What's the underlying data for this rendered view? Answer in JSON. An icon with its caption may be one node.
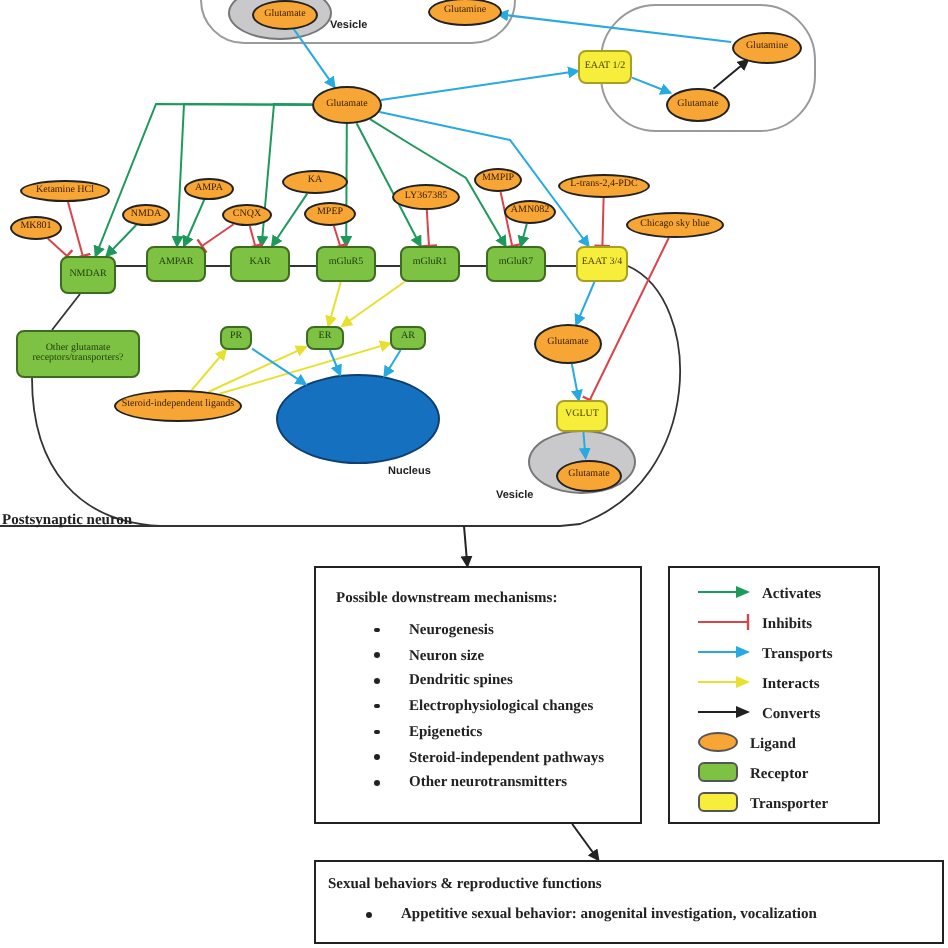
{
  "diagram": {
    "nodes": [
      {
        "text": [],
        "shape": "box"
      },
      {
        "text": [],
        "shape": "circle",
        "beside": [
          "Vesicle"
        ],
        "in": 0
      },
      {
        "text": [
          "Glutamate"
        ],
        "in": 1
      },
      {
        "text": [
          "Glutamine"
        ],
        "in": 0
      },
      {
        "text": [],
        "shape": "box"
      },
      {
        "text": [
          "Glutamine"
        ],
        "in": 4
      },
      {
        "text": [
          "Glutamate"
        ],
        "in": 4
      },
      {
        "text": [
          "EAAT 1/2"
        ]
      },
      {
        "text": [
          "Glutamate"
        ]
      },
      {
        "text": [
          "Ketamine HCl"
        ]
      },
      {
        "text": [
          "MK801"
        ]
      },
      {
        "text": [
          "NMDA"
        ]
      },
      {
        "text": [
          "AMPA"
        ]
      },
      {
        "text": [
          "CNQX"
        ]
      },
      {
        "text": [
          "KA"
        ]
      },
      {
        "text": [
          "MPEP"
        ]
      },
      {
        "text": [
          "LY367385"
        ]
      },
      {
        "text": [
          "MMPIP"
        ]
      },
      {
        "text": [
          "AMN082"
        ]
      },
      {
        "text": [
          "L-trans-2,4-PDC"
        ]
      },
      {
        "text": [
          "Chicago sky blue"
        ]
      },
      {
        "text": [
          "NMDAR"
        ]
      },
      {
        "text": [
          "AMPAR"
        ]
      },
      {
        "text": [
          "KAR"
        ]
      },
      {
        "text": [
          "mGluR5"
        ]
      },
      {
        "text": [
          "mGluR1"
        ]
      },
      {
        "text": [
          "mGluR7"
        ]
      },
      {
        "text": [
          "EAAT 3/4"
        ]
      },
      {
        "text": [
          "Other glutamate receptors/transporters?"
        ]
      },
      {
        "text": [
          "PR"
        ]
      },
      {
        "text": [
          "ER"
        ]
      },
      {
        "text": [
          "AR"
        ]
      },
      {
        "text": [
          "Steroid-independent ligands"
        ]
      },
      {
        "text": [],
        "shape": "circle",
        "beside": [
          "Nucleus"
        ]
      },
      {
        "text": [
          "Glutamate"
        ]
      },
      {
        "text": [
          "VGLUT"
        ]
      },
      {
        "text": [],
        "shape": "circle",
        "beside": [
          "Vesicle"
        ]
      },
      {
        "text": [
          "Glutamate"
        ],
        "in": 36
      },
      {
        "text": [
          "Possible downstream mechanisms:",
          "Neurogenesis",
          "Neuron size",
          "Dendritic spines",
          "Electrophysiological changes",
          "Epigenetics",
          "Steroid-independent pathways",
          "Other neurotransmitters"
        ]
      },
      {
        "text": [
          "Sexual behaviors & reproductive functions",
          "Appetitive sexual behavior: anogenital investigation, vocalization"
        ]
      }
    ],
    "edges": [
      {
        "from": 2,
        "to": 8,
        "arrow": "to"
      },
      {
        "from": 5,
        "to": 3,
        "arrow": "to"
      },
      {
        "from": 8,
        "to": 7,
        "arrow": "to"
      },
      {
        "from": 7,
        "to": 6,
        "arrow": "to"
      },
      {
        "from": 6,
        "to": 5,
        "arrow": "to",
        "color": "#222222"
      },
      {
        "from": 8,
        "to": 21,
        "arrow": "to",
        "color": "#1d9a5b"
      },
      {
        "from": 8,
        "to": 22,
        "arrow": "to",
        "color": "#1d9a5b"
      },
      {
        "from": 8,
        "to": 23,
        "arrow": "to",
        "color": "#1d9a5b"
      },
      {
        "from": 8,
        "to": 24,
        "arrow": "to",
        "color": "#1d9a5b"
      },
      {
        "from": 8,
        "to": 25,
        "arrow": "to",
        "color": "#1d9a5b"
      },
      {
        "from": 8,
        "to": 26,
        "arrow": "to",
        "color": "#1d9a5b"
      },
      {
        "from": 8,
        "to": 27,
        "arrow": "to"
      },
      {
        "from": 11,
        "to": 21,
        "arrow": "to",
        "color": "#1d9a5b"
      },
      {
        "from": 12,
        "to": 22,
        "arrow": "to",
        "color": "#1d9a5b"
      },
      {
        "from": 14,
        "to": 23,
        "arrow": "to",
        "color": "#1d9a5b"
      },
      {
        "from": 18,
        "to": 26,
        "arrow": "to",
        "color": "#1d9a5b"
      },
      {
        "from": 9,
        "to": 21,
        "arrow": "other",
        "color": "#d9434a"
      },
      {
        "from": 10,
        "to": 21,
        "arrow": "other",
        "color": "#d9434a"
      },
      {
        "from": 13,
        "to": 22,
        "arrow": "other",
        "color": "#d9434a"
      },
      {
        "from": 13,
        "to": 23,
        "arrow": "other",
        "color": "#d9434a"
      },
      {
        "from": 15,
        "to": 24,
        "arrow": "other",
        "color": "#d9434a"
      },
      {
        "from": 16,
        "to": 25,
        "arrow": "other",
        "color": "#d9434a"
      },
      {
        "from": 17,
        "to": 26,
        "arrow": "other",
        "color": "#d9434a"
      },
      {
        "from": 19,
        "to": 27,
        "arrow": "other",
        "color": "#d9434a"
      },
      {
        "from": 20,
        "to": 35,
        "arrow": "other",
        "color": "#d9434a"
      },
      {
        "from": 27,
        "to": 34,
        "arrow": "to"
      },
      {
        "from": 34,
        "to": 35,
        "arrow": "to"
      },
      {
        "from": 35,
        "to": 37,
        "arrow": "to"
      },
      {
        "from": 24,
        "to": 30,
        "arrow": "to",
        "color": "#e8e030"
      },
      {
        "from": 25,
        "to": 30,
        "arrow": "to",
        "color": "#e8e030"
      },
      {
        "from": 32,
        "to": 29,
        "arrow": "to",
        "color": "#e8e030"
      },
      {
        "from": 32,
        "to": 30,
        "arrow": "to",
        "color": "#e8e030"
      },
      {
        "from": 32,
        "to": 31,
        "arrow": "to",
        "color": "#e8e030"
      },
      {
        "from": 29,
        "to": 33,
        "arrow": "to"
      },
      {
        "from": 30,
        "to": 33,
        "arrow": "to"
      },
      {
        "from": 31,
        "to": 33,
        "arrow": "to"
      },
      {
        "from": null,
        "to": 38,
        "arrow": "to",
        "color": "#222222"
      },
      {
        "from": 38,
        "to": 39,
        "arrow": "to",
        "color": "#222222"
      }
    ],
    "labels": [
      "Postsynaptic neuron"
    ],
    "legend": [
      {
        "text": "Activates"
      },
      {
        "text": "Inhibits"
      },
      {
        "text": "Transports"
      },
      {
        "text": "Interacts"
      },
      {
        "text": "Converts"
      },
      {
        "text": "Ligand",
        "color": "#f7a534"
      },
      {
        "text": "Receptor",
        "color": "#7dc242"
      },
      {
        "text": "Transporter",
        "color": "#f6ee3a"
      }
    ]
  }
}
